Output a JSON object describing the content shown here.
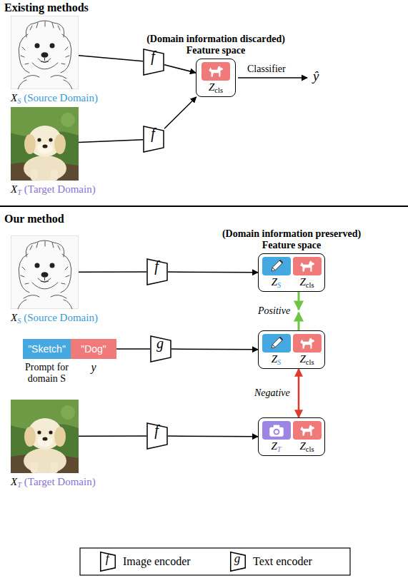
{
  "diagram": {
    "nodes": [
      {
        "text": [
          "XS (Source Domain)"
        ]
      },
      {
        "text": [
          "f"
        ]
      },
      {
        "text": [
          "(Domain information discarded)",
          "Feature space",
          "Zcls"
        ]
      },
      {
        "text": [
          "XT (Target Domain)"
        ]
      },
      {
        "text": [
          "f"
        ]
      },
      {
        "text": [
          "XS (Source Domain)"
        ]
      },
      {
        "text": [
          "f"
        ]
      },
      {
        "text": [
          "(Domain information preserved)",
          "Feature space",
          "ZS",
          "Zcls"
        ]
      },
      {
        "text": [
          "\"Sketch\"",
          "Prompt for domain S"
        ]
      },
      {
        "text": [
          "\"Dog\"",
          "y"
        ]
      },
      {
        "text": [
          "g"
        ]
      },
      {
        "text": [
          "ZS",
          "Zcls"
        ]
      },
      {
        "text": [
          "XT (Target Domain)"
        ]
      },
      {
        "text": [
          "f"
        ]
      },
      {
        "text": [
          "ZT",
          "Zcls"
        ]
      }
    ],
    "edges": [
      {
        "from": 0,
        "to": 1,
        "arrow": "none"
      },
      {
        "from": 1,
        "to": 2,
        "arrow": "to"
      },
      {
        "from": 3,
        "to": 4,
        "arrow": "none"
      },
      {
        "from": 4,
        "to": 2,
        "arrow": "to"
      },
      {
        "from": 5,
        "to": 6,
        "arrow": "none"
      },
      {
        "from": 6,
        "to": 7,
        "arrow": "to"
      },
      {
        "from": 9,
        "to": 10,
        "arrow": "none"
      },
      {
        "from": 10,
        "to": 11,
        "arrow": "to"
      },
      {
        "from": 7,
        "to": 11,
        "label": "Positive",
        "arrow": "both"
      },
      {
        "from": 11,
        "to": 14,
        "label": "Negative",
        "arrow": "both"
      },
      {
        "from": 12,
        "to": 13,
        "arrow": "none"
      },
      {
        "from": 13,
        "to": 14,
        "arrow": "to"
      }
    ],
    "labels": [
      "Existing methods",
      "Classifier",
      "ŷ",
      "Our method",
      "f",
      "g"
    ],
    "legend": [
      {
        "text": "Image encoder"
      },
      {
        "text": "Text encoder"
      }
    ]
  }
}
